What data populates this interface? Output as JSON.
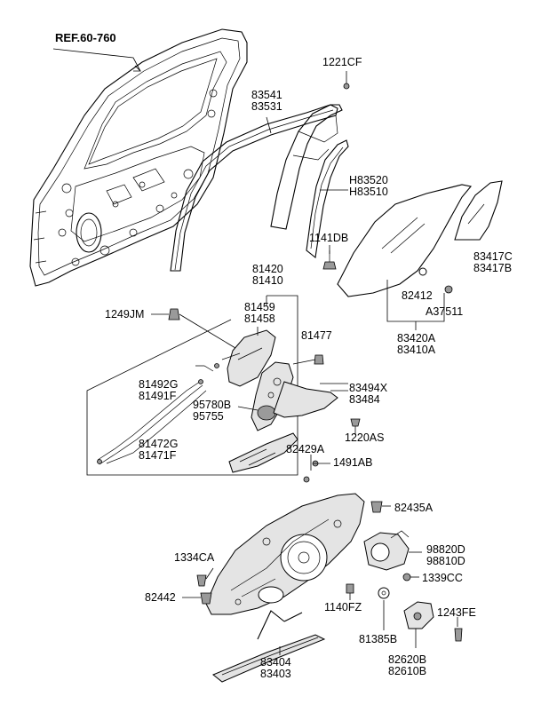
{
  "labels": {
    "ref": "REF.60-760",
    "p1221cf": "1221CF",
    "p83541": "83541",
    "p83531": "83531",
    "pH83520": "H83520",
    "pH83510": "H83510",
    "p1141db": "1141DB",
    "p83417c": "83417C",
    "p83417b": "83417B",
    "p81420": "81420",
    "p81410": "81410",
    "p1249jm": "1249JM",
    "p81459": "81459",
    "p81458": "81458",
    "p81477": "81477",
    "p82412": "82412",
    "pA37511": "A37511",
    "p83420a": "83420A",
    "p83410a": "83410A",
    "p81492g": "81492G",
    "p81491f": "81491F",
    "p83494x": "83494X",
    "p83484": "83484",
    "p95780b": "95780B",
    "p95755": "95755",
    "p1220as": "1220AS",
    "p81472g": "81472G",
    "p81471f": "81471F",
    "p82429a": "82429A",
    "p1491ab": "1491AB",
    "p82435a": "82435A",
    "p98820d": "98820D",
    "p98810d": "98810D",
    "p1334ca": "1334CA",
    "p1339cc": "1339CC",
    "p82442": "82442",
    "p1140fz": "1140FZ",
    "p1243fe": "1243FE",
    "p81385b": "81385B",
    "p83404": "83404",
    "p83403": "83403",
    "p82620b": "82620B",
    "p82610b": "82610B"
  }
}
